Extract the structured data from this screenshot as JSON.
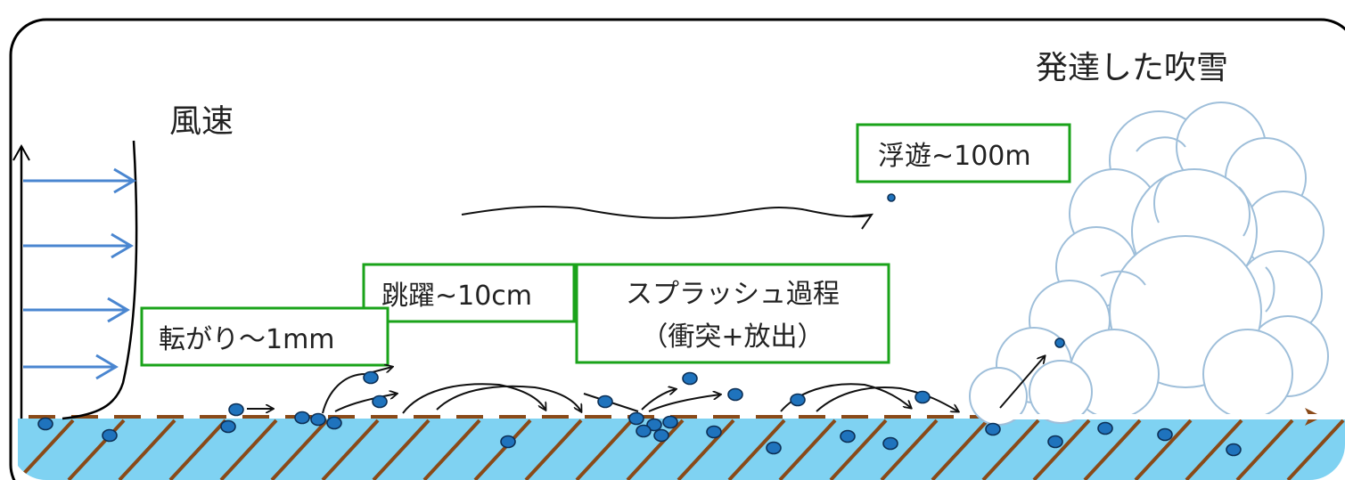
{
  "labels": {
    "wind_speed": "風速",
    "developed_blizzard": "発達した吹雪",
    "suspension": "浮遊~100m",
    "saltation": "跳躍~10cm",
    "rolling": "転がり～1mm",
    "splash_line1": "スプラッシュ過程",
    "splash_line2": "（衝突+放出）"
  },
  "colors": {
    "snow_surface": "#7fd2f2",
    "hatch": "#8a4a18",
    "wind_arrow": "#4a86d0",
    "label_border": "#1aa31a",
    "particle": "#1f73bd",
    "cloud_outline": "#9fbfda"
  },
  "icons": {
    "wind_arrows": "right-arrow",
    "particles": "circle"
  }
}
